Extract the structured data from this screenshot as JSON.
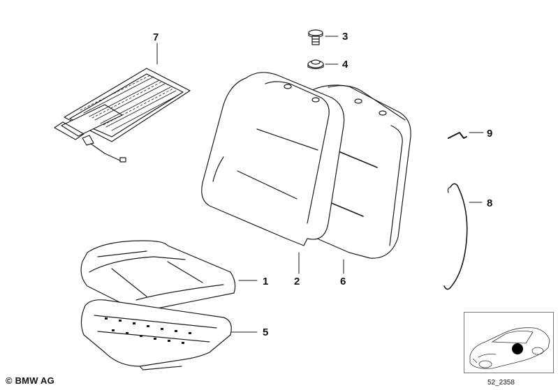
{
  "callouts": [
    {
      "id": "1",
      "label": "1"
    },
    {
      "id": "2",
      "label": "2"
    },
    {
      "id": "3",
      "label": "3"
    },
    {
      "id": "4",
      "label": "4"
    },
    {
      "id": "5",
      "label": "5"
    },
    {
      "id": "6",
      "label": "6"
    },
    {
      "id": "7",
      "label": "7"
    },
    {
      "id": "8",
      "label": "8"
    },
    {
      "id": "9",
      "label": "9"
    }
  ],
  "footer": {
    "copyright": "© BMW AG",
    "diagram_code": "52_2358"
  },
  "colors": {
    "line": "#1a1a1a",
    "fill": "#ffffff",
    "marker": "#000000"
  }
}
